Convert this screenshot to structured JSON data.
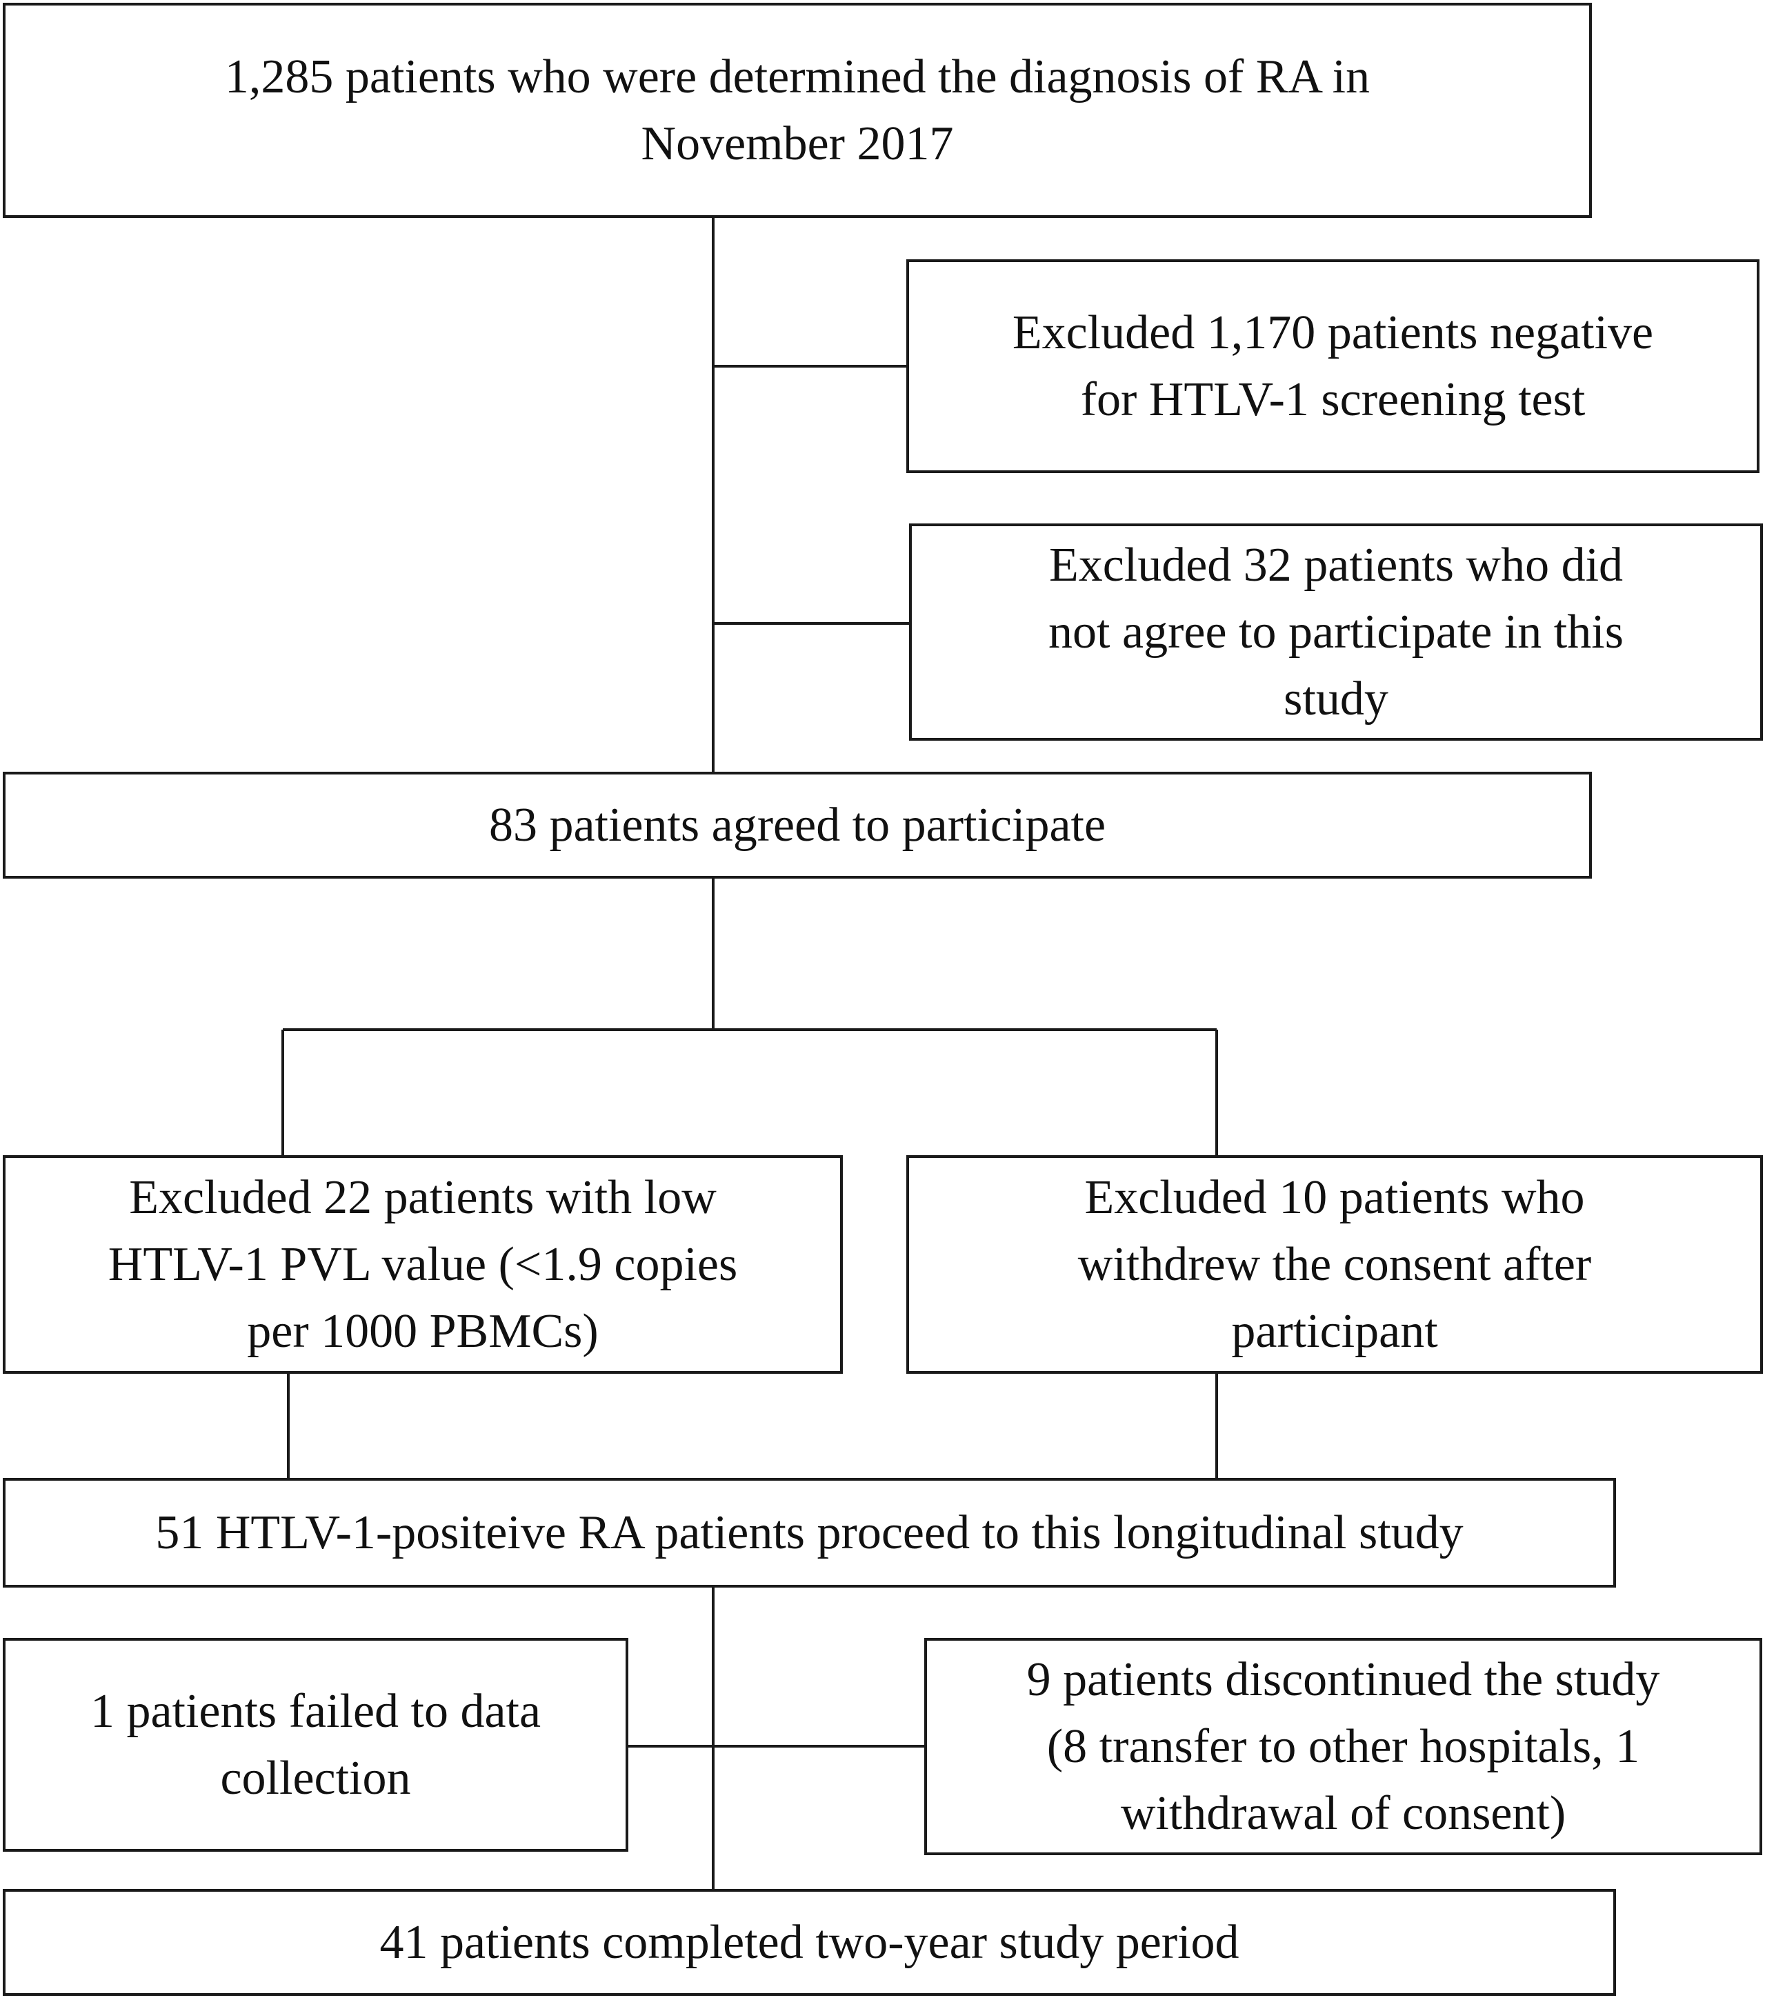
{
  "flowchart": {
    "nodes": [
      {
        "id": "start",
        "text": "1,285 patients who were determined the diagnosis of RA in\nNovember 2017"
      },
      {
        "id": "excl-negative",
        "text": "Excluded 1,170 patients negative\nfor HTLV-1 screening test"
      },
      {
        "id": "excl-not-agree",
        "text": "Excluded 32 patients who did\nnot agree to participate in this\nstudy"
      },
      {
        "id": "agreed",
        "text": "83 patients agreed to participate"
      },
      {
        "id": "excl-low-pvl",
        "text": "Excluded 22 patients with low\nHTLV-1 PVL value (<1.9 copies\nper 1000 PBMCs)"
      },
      {
        "id": "excl-withdrew",
        "text": "Excluded 10 patients who\nwithdrew the consent after\nparticipant"
      },
      {
        "id": "proceed",
        "text": "51 HTLV-1-positeive RA patients proceed to this longitudinal study"
      },
      {
        "id": "failed-data",
        "text": "1 patients failed to data\ncollection"
      },
      {
        "id": "discontinued",
        "text": "9 patients discontinued the study\n(8 transfer to other hospitals, 1\nwithdrawal of consent)"
      },
      {
        "id": "completed",
        "text": "41 patients completed two-year study period"
      }
    ]
  }
}
